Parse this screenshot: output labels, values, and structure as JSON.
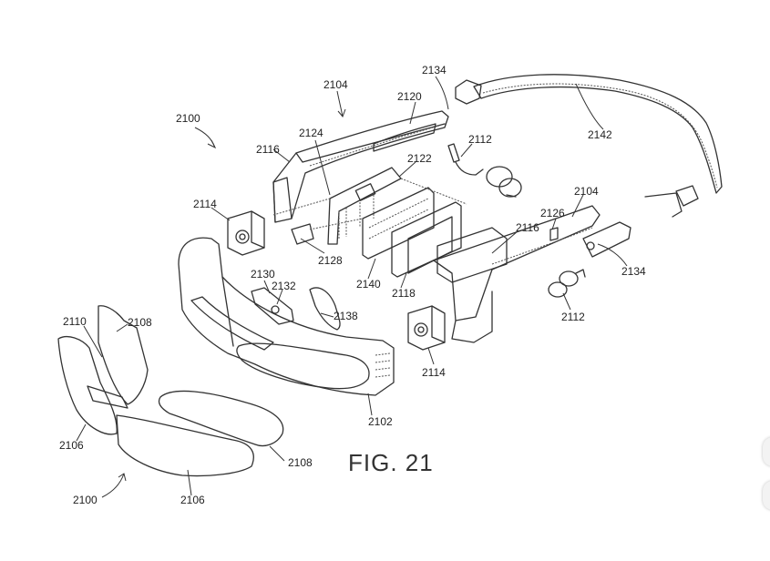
{
  "figure": {
    "caption": "FIG. 21",
    "labels": [
      {
        "id": "lbl-2100-top",
        "text": "2100"
      },
      {
        "id": "lbl-2104-top",
        "text": "2104"
      },
      {
        "id": "lbl-2134-top",
        "text": "2134"
      },
      {
        "id": "lbl-2120",
        "text": "2120"
      },
      {
        "id": "lbl-2142",
        "text": "2142"
      },
      {
        "id": "lbl-2116-top",
        "text": "2116"
      },
      {
        "id": "lbl-2124",
        "text": "2124"
      },
      {
        "id": "lbl-2112-top",
        "text": "2112"
      },
      {
        "id": "lbl-2122",
        "text": "2122"
      },
      {
        "id": "lbl-2114-left",
        "text": "2114"
      },
      {
        "id": "lbl-2104-right",
        "text": "2104"
      },
      {
        "id": "lbl-2126",
        "text": "2126"
      },
      {
        "id": "lbl-2116-right",
        "text": "2116"
      },
      {
        "id": "lbl-2128",
        "text": "2128"
      },
      {
        "id": "lbl-2134-right",
        "text": "2134"
      },
      {
        "id": "lbl-2140",
        "text": "2140"
      },
      {
        "id": "lbl-2118",
        "text": "2118"
      },
      {
        "id": "lbl-2130",
        "text": "2130"
      },
      {
        "id": "lbl-2132",
        "text": "2132"
      },
      {
        "id": "lbl-2112-right",
        "text": "2112"
      },
      {
        "id": "lbl-2138",
        "text": "2138"
      },
      {
        "id": "lbl-2110",
        "text": "2110"
      },
      {
        "id": "lbl-2108-top",
        "text": "2108"
      },
      {
        "id": "lbl-2114-bottom",
        "text": "2114"
      },
      {
        "id": "lbl-2106-left",
        "text": "2106"
      },
      {
        "id": "lbl-2102",
        "text": "2102"
      },
      {
        "id": "lbl-2108-bottom",
        "text": "2108"
      },
      {
        "id": "lbl-2100-bottom",
        "text": "2100"
      },
      {
        "id": "lbl-2106-bottom",
        "text": "2106"
      }
    ]
  }
}
